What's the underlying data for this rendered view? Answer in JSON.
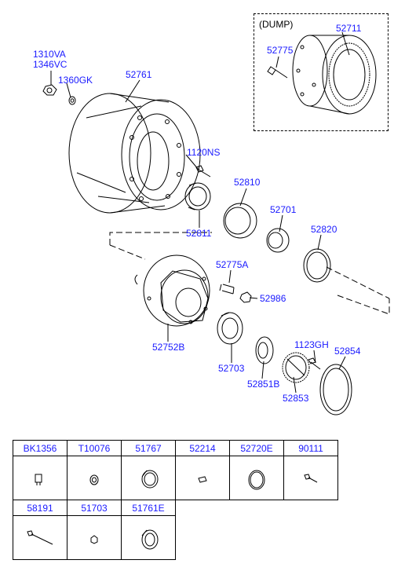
{
  "callouts": {
    "c1310va": "1310VA",
    "c1346vc": "1346VC",
    "c1360gk": "1360GK",
    "c52761": "52761",
    "dump_title": "(DUMP)",
    "c52711": "52711",
    "c52775": "52775",
    "c1120ns": "1120NS",
    "c52810": "52810",
    "c52811": "52811",
    "c52701": "52701",
    "c52820": "52820",
    "c52775a": "52775A",
    "c52986": "52986",
    "c52752b": "52752B",
    "c52703": "52703",
    "c52851b": "52851B",
    "c1123gh": "1123GH",
    "c52854": "52854",
    "c52853": "52853"
  },
  "parts_table": {
    "row1": [
      "BK1356",
      "T10076",
      "51767",
      "52214",
      "52720E",
      "90111"
    ],
    "row2": [
      "58191",
      "51703",
      "51761E"
    ]
  }
}
